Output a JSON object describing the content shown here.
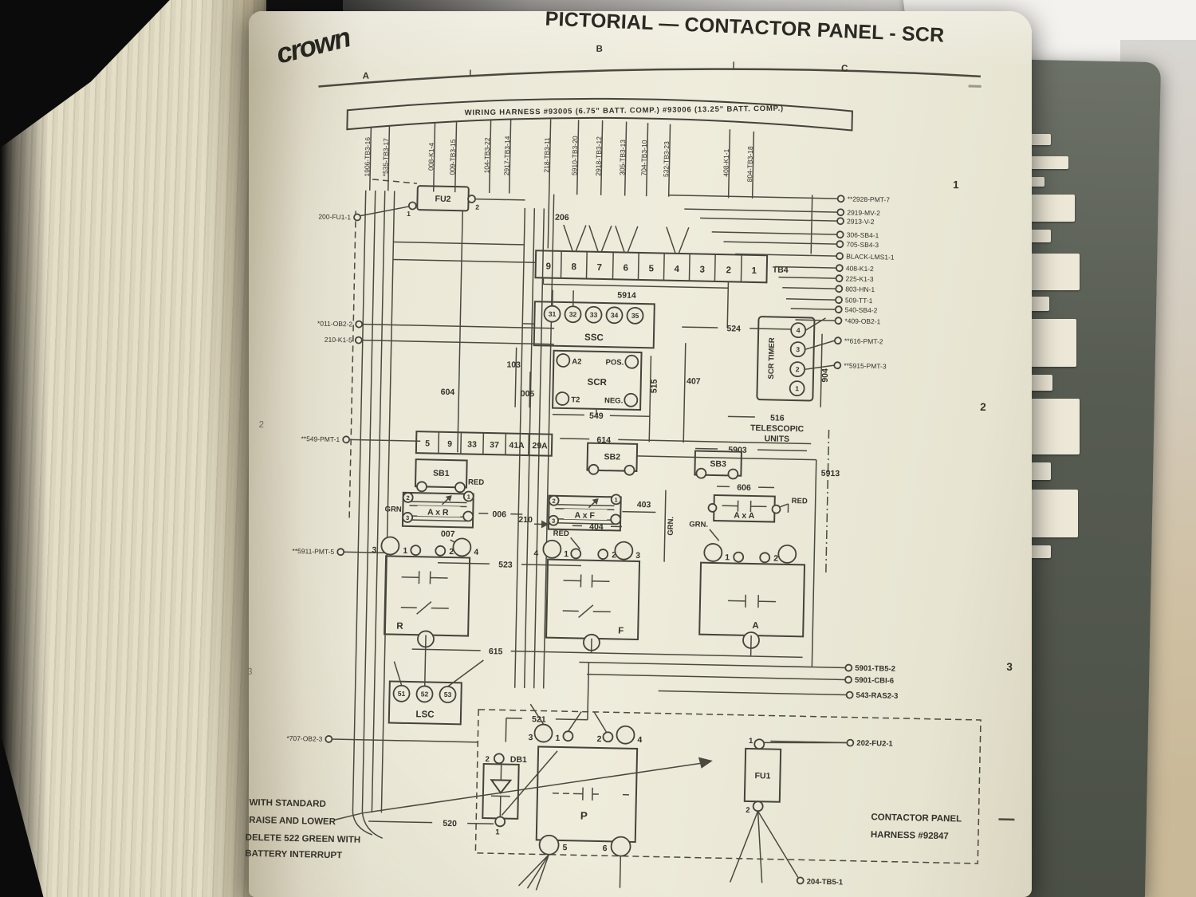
{
  "page": {
    "title": "PICTORIAL — CONTACTOR PANEL - SCR",
    "logo_text": "crown",
    "grid_cols": [
      "A",
      "B",
      "C"
    ],
    "grid_rows_right": [
      "1",
      "2",
      "3"
    ],
    "grid_rows_left": [
      "2",
      "3"
    ],
    "harness_banner": "WIRING HARNESS    #93005 (6.75\" BATT. COMP.)  #93006 (13.25\" BATT. COMP.)"
  },
  "top_wires": [
    "1906-TB3-16",
    "*535-TB3-17",
    "008-K1-4",
    "009-TB3-15",
    "104-TB3-22",
    "2917-TB3-14",
    "218-TB3-11",
    "5910-TB3-20",
    "2918-TB3-12",
    "305-TB3-13",
    "704-TB3-10",
    "532-TB3-23",
    "408-K1-1",
    "804-TB3-18"
  ],
  "left_labels": [
    "200-FU1-1",
    "*011-OB2-2",
    "210-K1-5",
    "**549-PMT-1",
    "**5911-PMT-5",
    "*707-OB2-3"
  ],
  "right_labels": [
    "**2928-PMT-7",
    "2919-MV-2",
    "2913-V-2",
    "306-SB4-1",
    "705-SB4-3",
    "BLACK-LMS1-1",
    "408-K1-2",
    "225-K1-3",
    "803-HN-1",
    "509-TT-1",
    "540-SB4-2",
    "*409-OB2-1",
    "**616-PMT-2",
    "**5915-PMT-3"
  ],
  "bottom_right_labels": [
    "5901-TB5-2",
    "5901-CBI-6",
    "543-RAS2-3",
    "202-FU2-1",
    "204-TB5-1"
  ],
  "wires": {
    "206": "206",
    "5914": "5914",
    "524": "524",
    "103": "103",
    "005": "005",
    "604": "604",
    "549": "549",
    "515": "515",
    "407": "407",
    "904": "904",
    "614": "614",
    "5903": "5903",
    "5913": "5913",
    "606": "606",
    "403": "403",
    "404": "404",
    "210": "210",
    "006": "006",
    "007": "007",
    "523": "523",
    "615": "615",
    "521": "521",
    "520": "520"
  },
  "components": {
    "fu2": {
      "label": "FU2",
      "t1": "1",
      "t2": "2"
    },
    "fu1": {
      "label": "FU1",
      "t1": "1",
      "t2": "2"
    },
    "tb4": {
      "label": "TB4",
      "cells": [
        "9",
        "8",
        "7",
        "6",
        "5",
        "4",
        "3",
        "2",
        "1"
      ]
    },
    "ssc": {
      "label": "SSC",
      "circles": [
        "31",
        "32",
        "33",
        "34",
        "35"
      ]
    },
    "scr": {
      "label": "SCR",
      "a2": "A2",
      "pos": "POS.",
      "t2": "T2",
      "neg": "NEG."
    },
    "scr_timer": {
      "label": "SCR TIMER",
      "circles": [
        "4",
        "3",
        "2",
        "1"
      ]
    },
    "telescopic": {
      "line1": "516",
      "line2": "TELESCOPIC",
      "line3": "UNITS"
    },
    "strip": {
      "cells": [
        "5",
        "9",
        "33",
        "37",
        "41A",
        "29A"
      ]
    },
    "sb1": {
      "label": "SB1"
    },
    "sb2": {
      "label": "SB2"
    },
    "sb3": {
      "label": "SB3"
    },
    "axr": {
      "label": "A x R",
      "red": "RED",
      "grn": "GRN."
    },
    "axf": {
      "label": "A x F",
      "red": "RED",
      "grn": "GRN."
    },
    "axa": {
      "label": "A x A",
      "red": "RED",
      "grn": "GRN."
    },
    "contactor_r": {
      "label": "R",
      "terminals": [
        "3",
        "1",
        "2",
        "4"
      ]
    },
    "contactor_f": {
      "label": "F",
      "terminals": [
        "4",
        "1",
        "2",
        "3"
      ]
    },
    "contactor_a": {
      "label": "A",
      "terminals": [
        "1",
        "2"
      ]
    },
    "lsc": {
      "label": "LSC",
      "circles": [
        "51",
        "52",
        "53"
      ]
    },
    "db1": {
      "label": "DB1",
      "t2": "2",
      "t1": "1"
    },
    "p": {
      "label": "P",
      "top": [
        "3",
        "1",
        "2",
        "4"
      ],
      "bottom": [
        "5",
        "6"
      ]
    }
  },
  "notes": {
    "raise1": "WITH STANDARD",
    "raise2": "RAISE AND LOWER",
    "delete1": "DELETE 522 GREEN WITH",
    "delete2": "BATTERY INTERRUPT",
    "harness1": "CONTACTOR PANEL",
    "harness2": "HARNESS #92847"
  }
}
